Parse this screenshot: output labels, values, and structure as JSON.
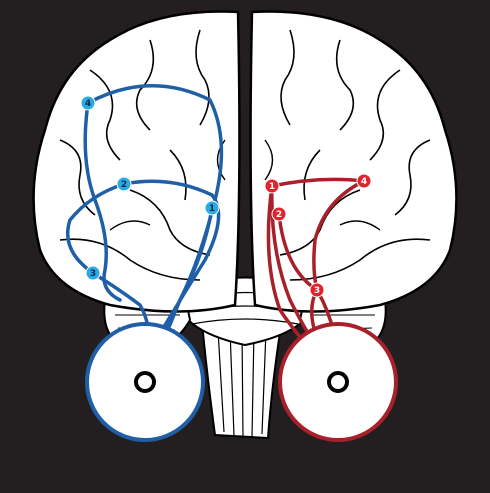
{
  "colors": {
    "background": "#231f20",
    "brain_fill": "#ffffff",
    "brain_outline": "#000000",
    "blue_stroke": "#1f5fa8",
    "blue_dot": "#29abe2",
    "red_stroke": "#a8202a",
    "red_dot": "#e0242c"
  },
  "left_hemisphere_points": [
    {
      "label": "1"
    },
    {
      "label": "2"
    },
    {
      "label": "3"
    },
    {
      "label": "4"
    }
  ],
  "right_hemisphere_points": [
    {
      "label": "1"
    },
    {
      "label": "2"
    },
    {
      "label": "3"
    },
    {
      "label": "4"
    }
  ]
}
